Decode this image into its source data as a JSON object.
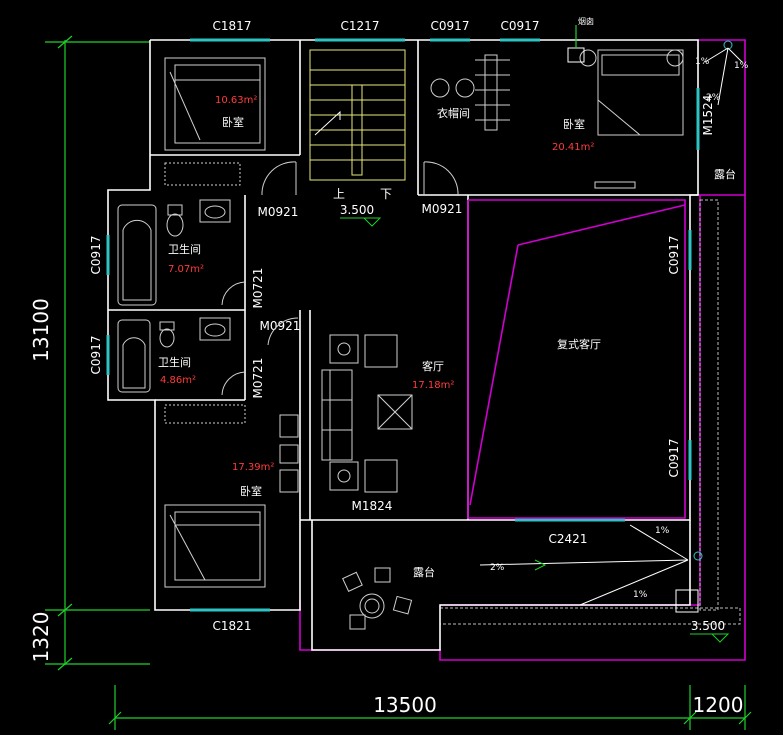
{
  "dimensions": {
    "vertical_total": "13100",
    "vertical_bottom": "1320",
    "horizontal_main": "13500",
    "horizontal_side": "1200"
  },
  "windows": {
    "c1817": "C1817",
    "c1217": "C1217",
    "c0917_top_a": "C0917",
    "c0917_top_b": "C0917",
    "c0917_left_a": "C0917",
    "c0917_left_b": "C0917",
    "c0917_right_a": "C0917",
    "c0917_right_b": "C0917",
    "c2421": "C2421",
    "c1821": "C1821"
  },
  "doors": {
    "m0921_a": "M0921",
    "m0921_b": "M0921",
    "m0921_c": "M0921",
    "m0721_a": "M0721",
    "m0721_b": "M0721",
    "m1824": "M1824",
    "m1524": "M1524"
  },
  "rooms": {
    "bedroom_nw": {
      "name": "卧室",
      "area": "10.63m²"
    },
    "bedroom_ne": {
      "name": "卧室",
      "area": "20.41m²"
    },
    "bath_a": {
      "name": "卫生间",
      "area": "7.07m²"
    },
    "bath_b": {
      "name": "卫生间",
      "area": "4.86m²"
    },
    "bedroom_sw": {
      "name": "卧室",
      "area": "17.39m²"
    },
    "living": {
      "name": "客厅",
      "area": "17.18m²"
    },
    "closet": {
      "name": "衣帽间"
    },
    "duplex_living": {
      "name": "复式客厅"
    },
    "terrace_south": {
      "name": "露台"
    },
    "terrace_east": {
      "name": "露台"
    }
  },
  "stairs": {
    "up": "上",
    "down": "下",
    "elevation": "3.500"
  },
  "elevation_terrace": "3.500",
  "slopes": {
    "s1": "1%",
    "s2": "1%",
    "s3": "2%",
    "s4": "2%",
    "s5": "1%",
    "s6": "1%"
  },
  "misc": {
    "drain_label": "烟囱"
  }
}
